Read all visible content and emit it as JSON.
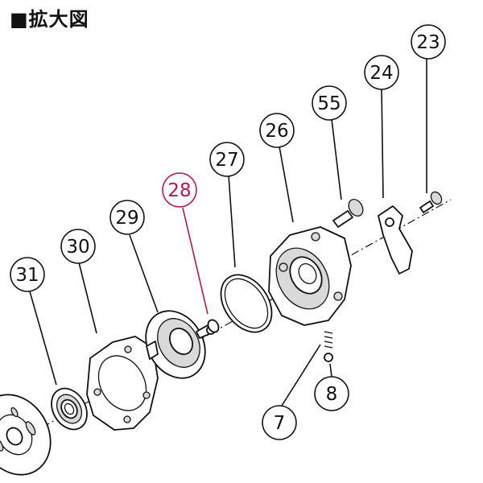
{
  "title": "■拡大図",
  "callouts": [
    {
      "id": "23",
      "label": "23",
      "highlight": false
    },
    {
      "id": "24",
      "label": "24",
      "highlight": false
    },
    {
      "id": "55",
      "label": "55",
      "highlight": false
    },
    {
      "id": "26",
      "label": "26",
      "highlight": false
    },
    {
      "id": "27",
      "label": "27",
      "highlight": false
    },
    {
      "id": "28",
      "label": "28",
      "highlight": true
    },
    {
      "id": "29",
      "label": "29",
      "highlight": false
    },
    {
      "id": "30",
      "label": "30",
      "highlight": false
    },
    {
      "id": "31",
      "label": "31",
      "highlight": false
    },
    {
      "id": "7",
      "label": "7",
      "highlight": false
    },
    {
      "id": "8",
      "label": "8",
      "highlight": false
    }
  ],
  "colors": {
    "highlight": "#b8144e",
    "line": "#111111",
    "background": "#ffffff"
  }
}
